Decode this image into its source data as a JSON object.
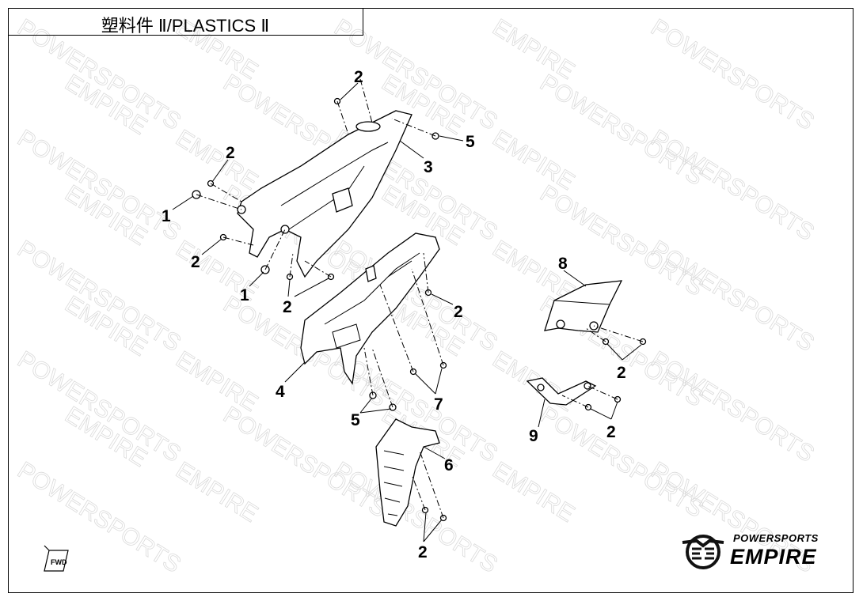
{
  "title": "塑料件 Ⅱ/PLASTICS Ⅱ",
  "watermark_text": "POWERSPORTS EMPIRE",
  "callouts": [
    "2",
    "2",
    "1",
    "3",
    "5",
    "2",
    "1",
    "2",
    "2",
    "8",
    "2",
    "4",
    "7",
    "5",
    "9",
    "2",
    "6",
    "2"
  ],
  "fwd_label": "FWD",
  "logo": {
    "line1": "POWERSPORTS",
    "line2": "EMPIRE"
  }
}
